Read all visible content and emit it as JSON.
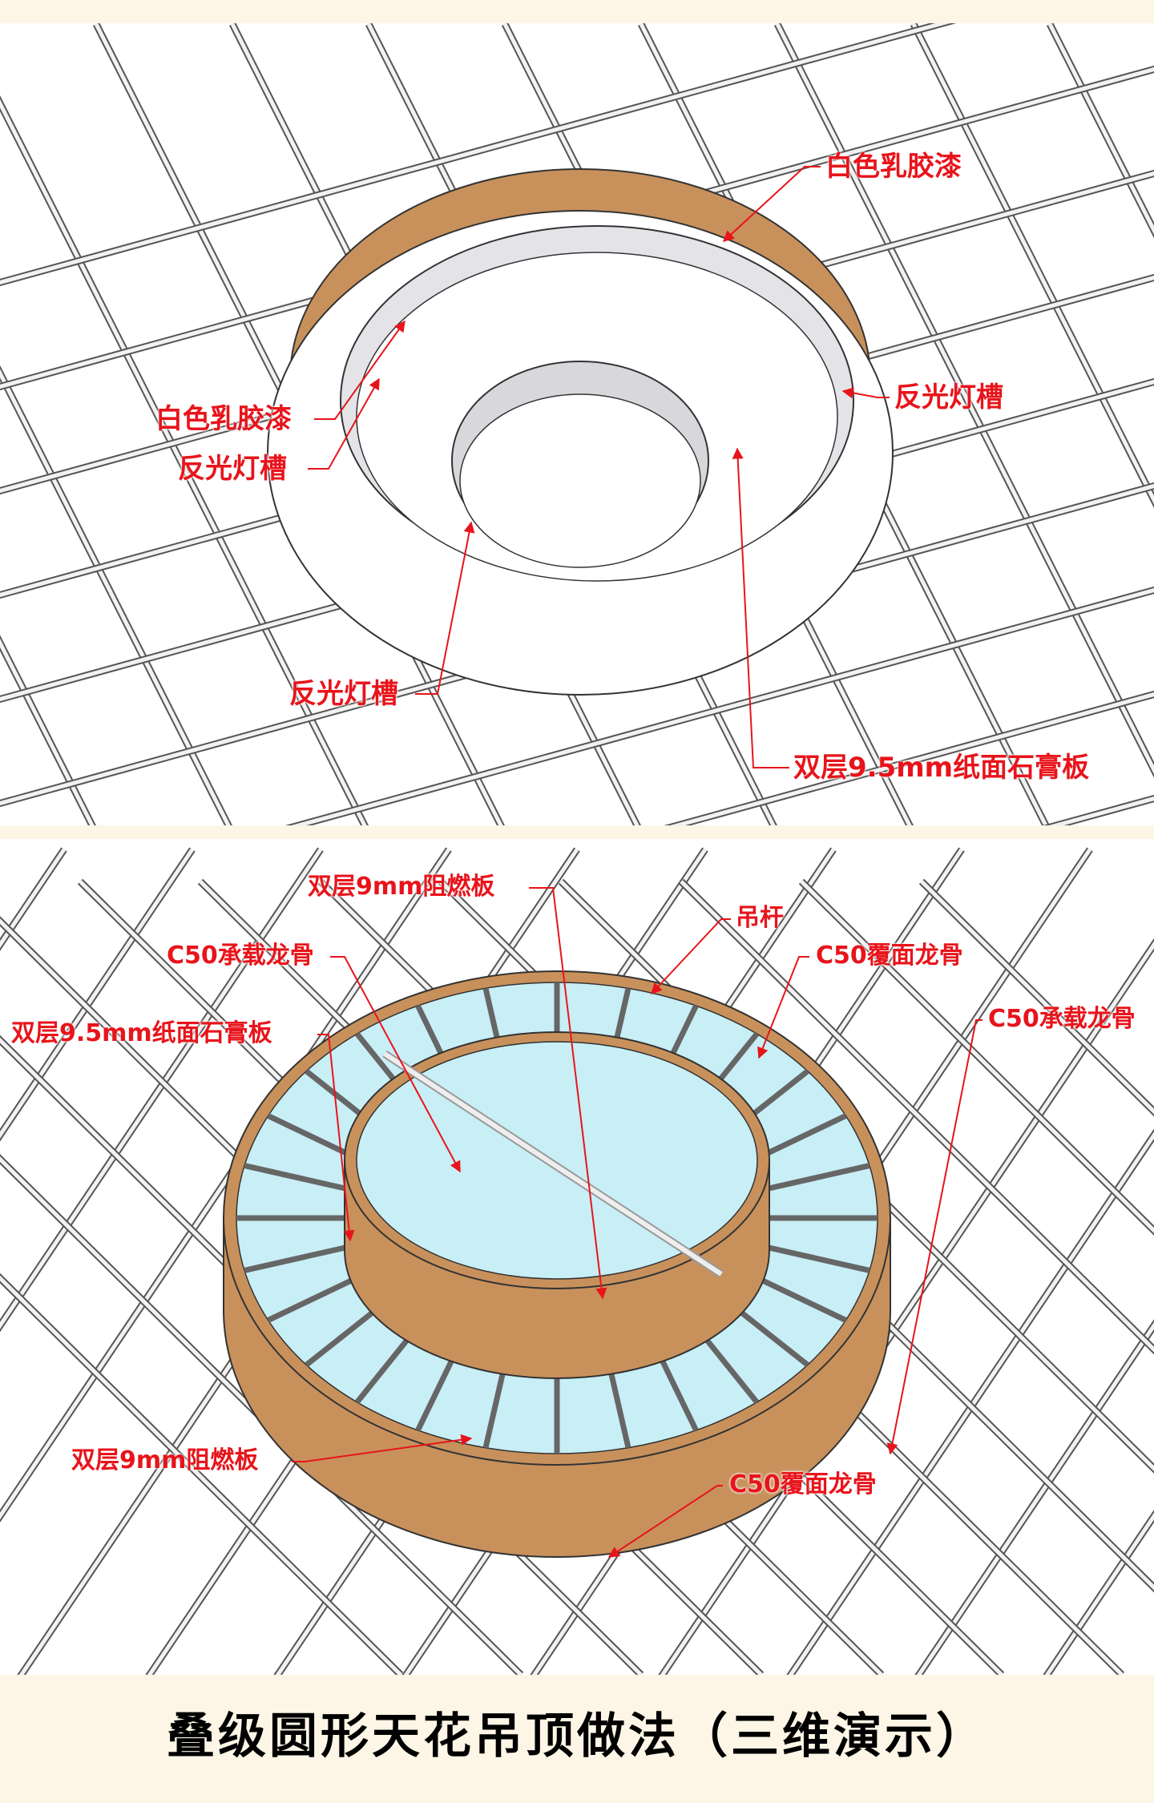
{
  "top_panel": {
    "labels": {
      "white_latex_paint_1": "白色乳胶漆",
      "white_latex_paint_2": "白色乳胶漆",
      "light_trough_left": "反光灯槽",
      "light_trough_right": "反光灯槽",
      "light_trough_bottom": "反光灯槽",
      "gypsum_board": "双层9.5mm纸面石膏板"
    }
  },
  "bottom_panel": {
    "labels": {
      "fire_board_top": "双层9mm阻燃板",
      "hanger_rod": "吊杆",
      "main_keel_left": "C50承载龙骨",
      "cover_keel_top": "C50覆面龙骨",
      "gypsum_board": "双层9.5mm纸面石膏板",
      "main_keel_right": "C50承载龙骨",
      "fire_board_bottom": "双层9mm阻燃板",
      "cover_keel_bottom": "C50覆面龙骨"
    }
  },
  "footer": {
    "title": "叠级圆形天花吊顶做法（三维演示）"
  },
  "colors": {
    "label_red": "#e8141b",
    "wood": "#c8915c",
    "glass": "#c8eef6",
    "background": "#fdf6e6"
  }
}
